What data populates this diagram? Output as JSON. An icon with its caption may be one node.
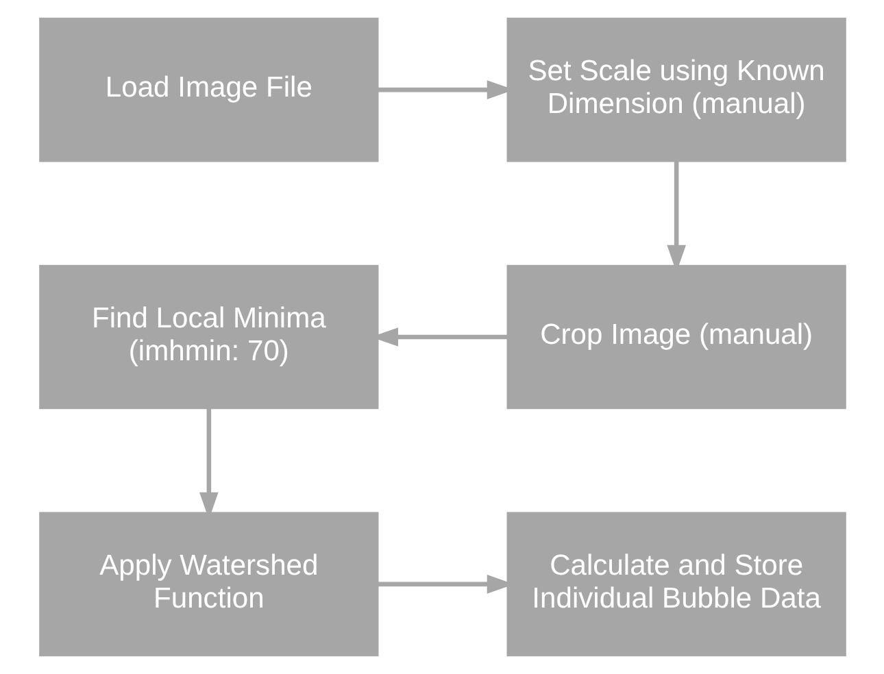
{
  "diagram": {
    "nodes": [
      {
        "text": [
          "Load Image File"
        ]
      },
      {
        "text": [
          "Set Scale using Known Dimension (manual)"
        ]
      },
      {
        "text": [
          "Find Local Minima (imhmin: 70)"
        ]
      },
      {
        "text": [
          "Crop Image (manual)"
        ]
      },
      {
        "text": [
          "Apply Watershed Function"
        ]
      },
      {
        "text": [
          "Calculate and Store Individual Bubble Data"
        ]
      }
    ],
    "edges": [
      {
        "from": 0,
        "to": 1,
        "arrow": "to"
      },
      {
        "from": 1,
        "to": 3,
        "arrow": "to"
      },
      {
        "from": 3,
        "to": 2,
        "arrow": "to"
      },
      {
        "from": 2,
        "to": 4,
        "arrow": "to"
      },
      {
        "from": 4,
        "to": 5,
        "arrow": "to"
      }
    ]
  }
}
